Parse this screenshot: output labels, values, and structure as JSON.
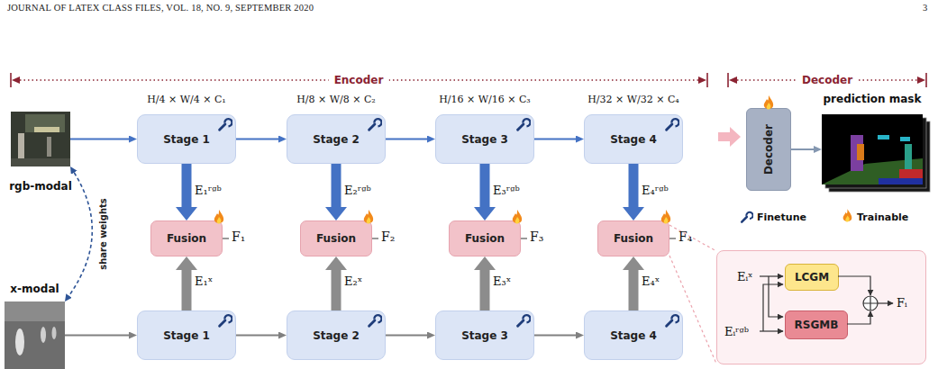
{
  "diagram": {
    "nodes": [
      {
        "text": [
          "rgb-modal"
        ]
      },
      {
        "text": [
          "Stage 1"
        ]
      },
      {
        "text": [
          "Stage 2"
        ]
      },
      {
        "text": [
          "Stage 3"
        ]
      },
      {
        "text": [
          "Stage 4"
        ]
      },
      {
        "text": [
          "Decoder"
        ]
      },
      {
        "text": [
          "prediction mask"
        ]
      },
      {
        "text": [
          "Fusion"
        ]
      },
      {
        "text": [
          "Fusion"
        ]
      },
      {
        "text": [
          "Fusion"
        ]
      },
      {
        "text": [
          "Fusion"
        ]
      },
      {
        "text": [
          "x-modal"
        ]
      },
      {
        "text": [
          "Stage 1"
        ]
      },
      {
        "text": [
          "Stage 2"
        ]
      },
      {
        "text": [
          "Stage 3"
        ]
      },
      {
        "text": [
          "Stage 4"
        ]
      },
      {
        "text": [
          "Eᵢˣ",
          "Eᵢʳᵍᵇ",
          "Fᵢ"
        ]
      },
      {
        "text": [
          "LCGM"
        ],
        "in": 16
      },
      {
        "text": [
          "RSGMB"
        ],
        "in": 16
      }
    ],
    "edges": [
      {
        "from": 0,
        "to": 1,
        "arrow": "to"
      },
      {
        "from": 1,
        "to": 2,
        "arrow": "to"
      },
      {
        "from": 2,
        "to": 3,
        "arrow": "to"
      },
      {
        "from": 3,
        "to": 4,
        "arrow": "to"
      },
      {
        "from": 5,
        "to": 6,
        "arrow": "to"
      },
      {
        "from": 1,
        "to": 7,
        "label": "E₁ʳᵍᵇ",
        "arrow": "to"
      },
      {
        "from": 2,
        "to": 8,
        "label": "E₂ʳᵍᵇ",
        "arrow": "to"
      },
      {
        "from": 3,
        "to": 9,
        "label": "E₃ʳᵍᵇ",
        "arrow": "to"
      },
      {
        "from": 4,
        "to": 10,
        "label": "E₄ʳᵍᵇ",
        "arrow": "to"
      },
      {
        "from": 12,
        "to": 7,
        "label": "E₁ˣ",
        "arrow": "to"
      },
      {
        "from": 13,
        "to": 8,
        "label": "E₂ˣ",
        "arrow": "to"
      },
      {
        "from": 14,
        "to": 9,
        "label": "E₃ˣ",
        "arrow": "to"
      },
      {
        "from": 15,
        "to": 10,
        "label": "E₄ˣ",
        "arrow": "to"
      },
      {
        "from": 11,
        "to": 12,
        "arrow": "to"
      },
      {
        "from": 12,
        "to": 13,
        "arrow": "to"
      },
      {
        "from": 13,
        "to": 14,
        "arrow": "to"
      },
      {
        "from": 14,
        "to": 15,
        "arrow": "to"
      },
      {
        "from": 0,
        "to": 11,
        "label": "share weights",
        "arrow": "both"
      }
    ],
    "labels": [
      "JOURNAL OF LATEX CLASS FILES, VOL. 18, NO. 9, SEPTEMBER 2020",
      "3",
      "Encoder",
      "Decoder",
      "H/4 × W/4 × C₁",
      "H/8 × W/8 × C₂",
      "H/16 × W/16 × C₃",
      "H/32 × W/32 × C₄",
      "F₁",
      "F₂",
      "F₃",
      "F₄"
    ],
    "legend": [
      {
        "text": "Finetune"
      },
      {
        "text": "Trainable"
      }
    ]
  }
}
